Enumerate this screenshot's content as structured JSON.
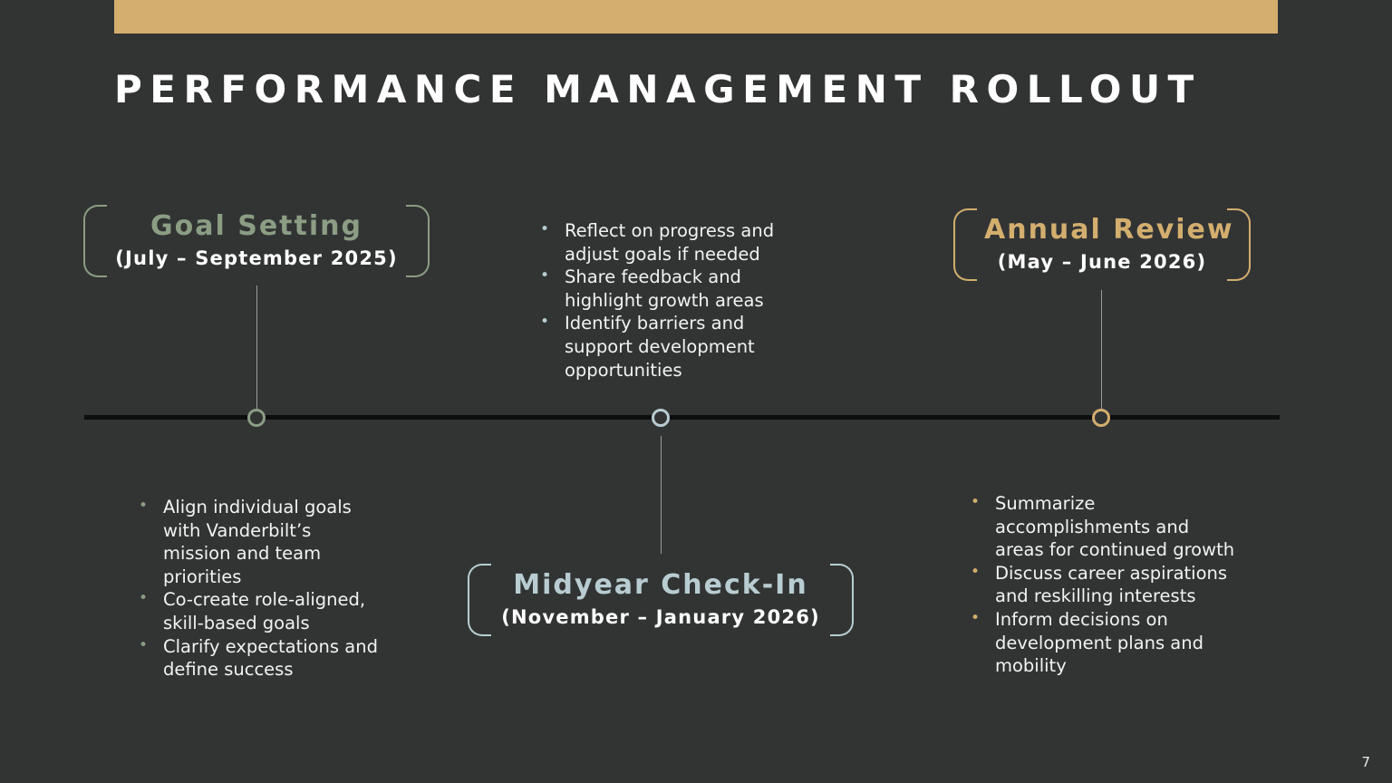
{
  "slide": {
    "title": "PERFORMANCE MANAGEMENT ROLLOUT",
    "page_number": "7",
    "background_color": "#323434",
    "accent_bar_color": "#d3ae6e"
  },
  "phases": [
    {
      "id": "goal-setting",
      "name": "Goal Setting",
      "range": "(July – September 2025)",
      "color": "#8b9d83",
      "bullets": [
        "Align individual goals with Vanderbilt’s mission and team priorities",
        "Co-create role-aligned, skill-based goals",
        "Clarify expectations and define success"
      ]
    },
    {
      "id": "midyear-check-in",
      "name": "Midyear Check-In",
      "range": "(November – January 2026)",
      "color": "#b8cdd1",
      "bullets": [
        "Reflect on progress and adjust goals if needed",
        "Share feedback and highlight growth areas",
        "Identify barriers and support development opportunities"
      ]
    },
    {
      "id": "annual-review",
      "name": "Annual Review",
      "range": "(May – June 2026)",
      "color": "#d3ae6e",
      "bullets": [
        "Summarize accomplishments and areas for continued growth",
        "Discuss career aspirations and reskilling interests",
        "Inform decisions on development plans and mobility"
      ]
    }
  ]
}
